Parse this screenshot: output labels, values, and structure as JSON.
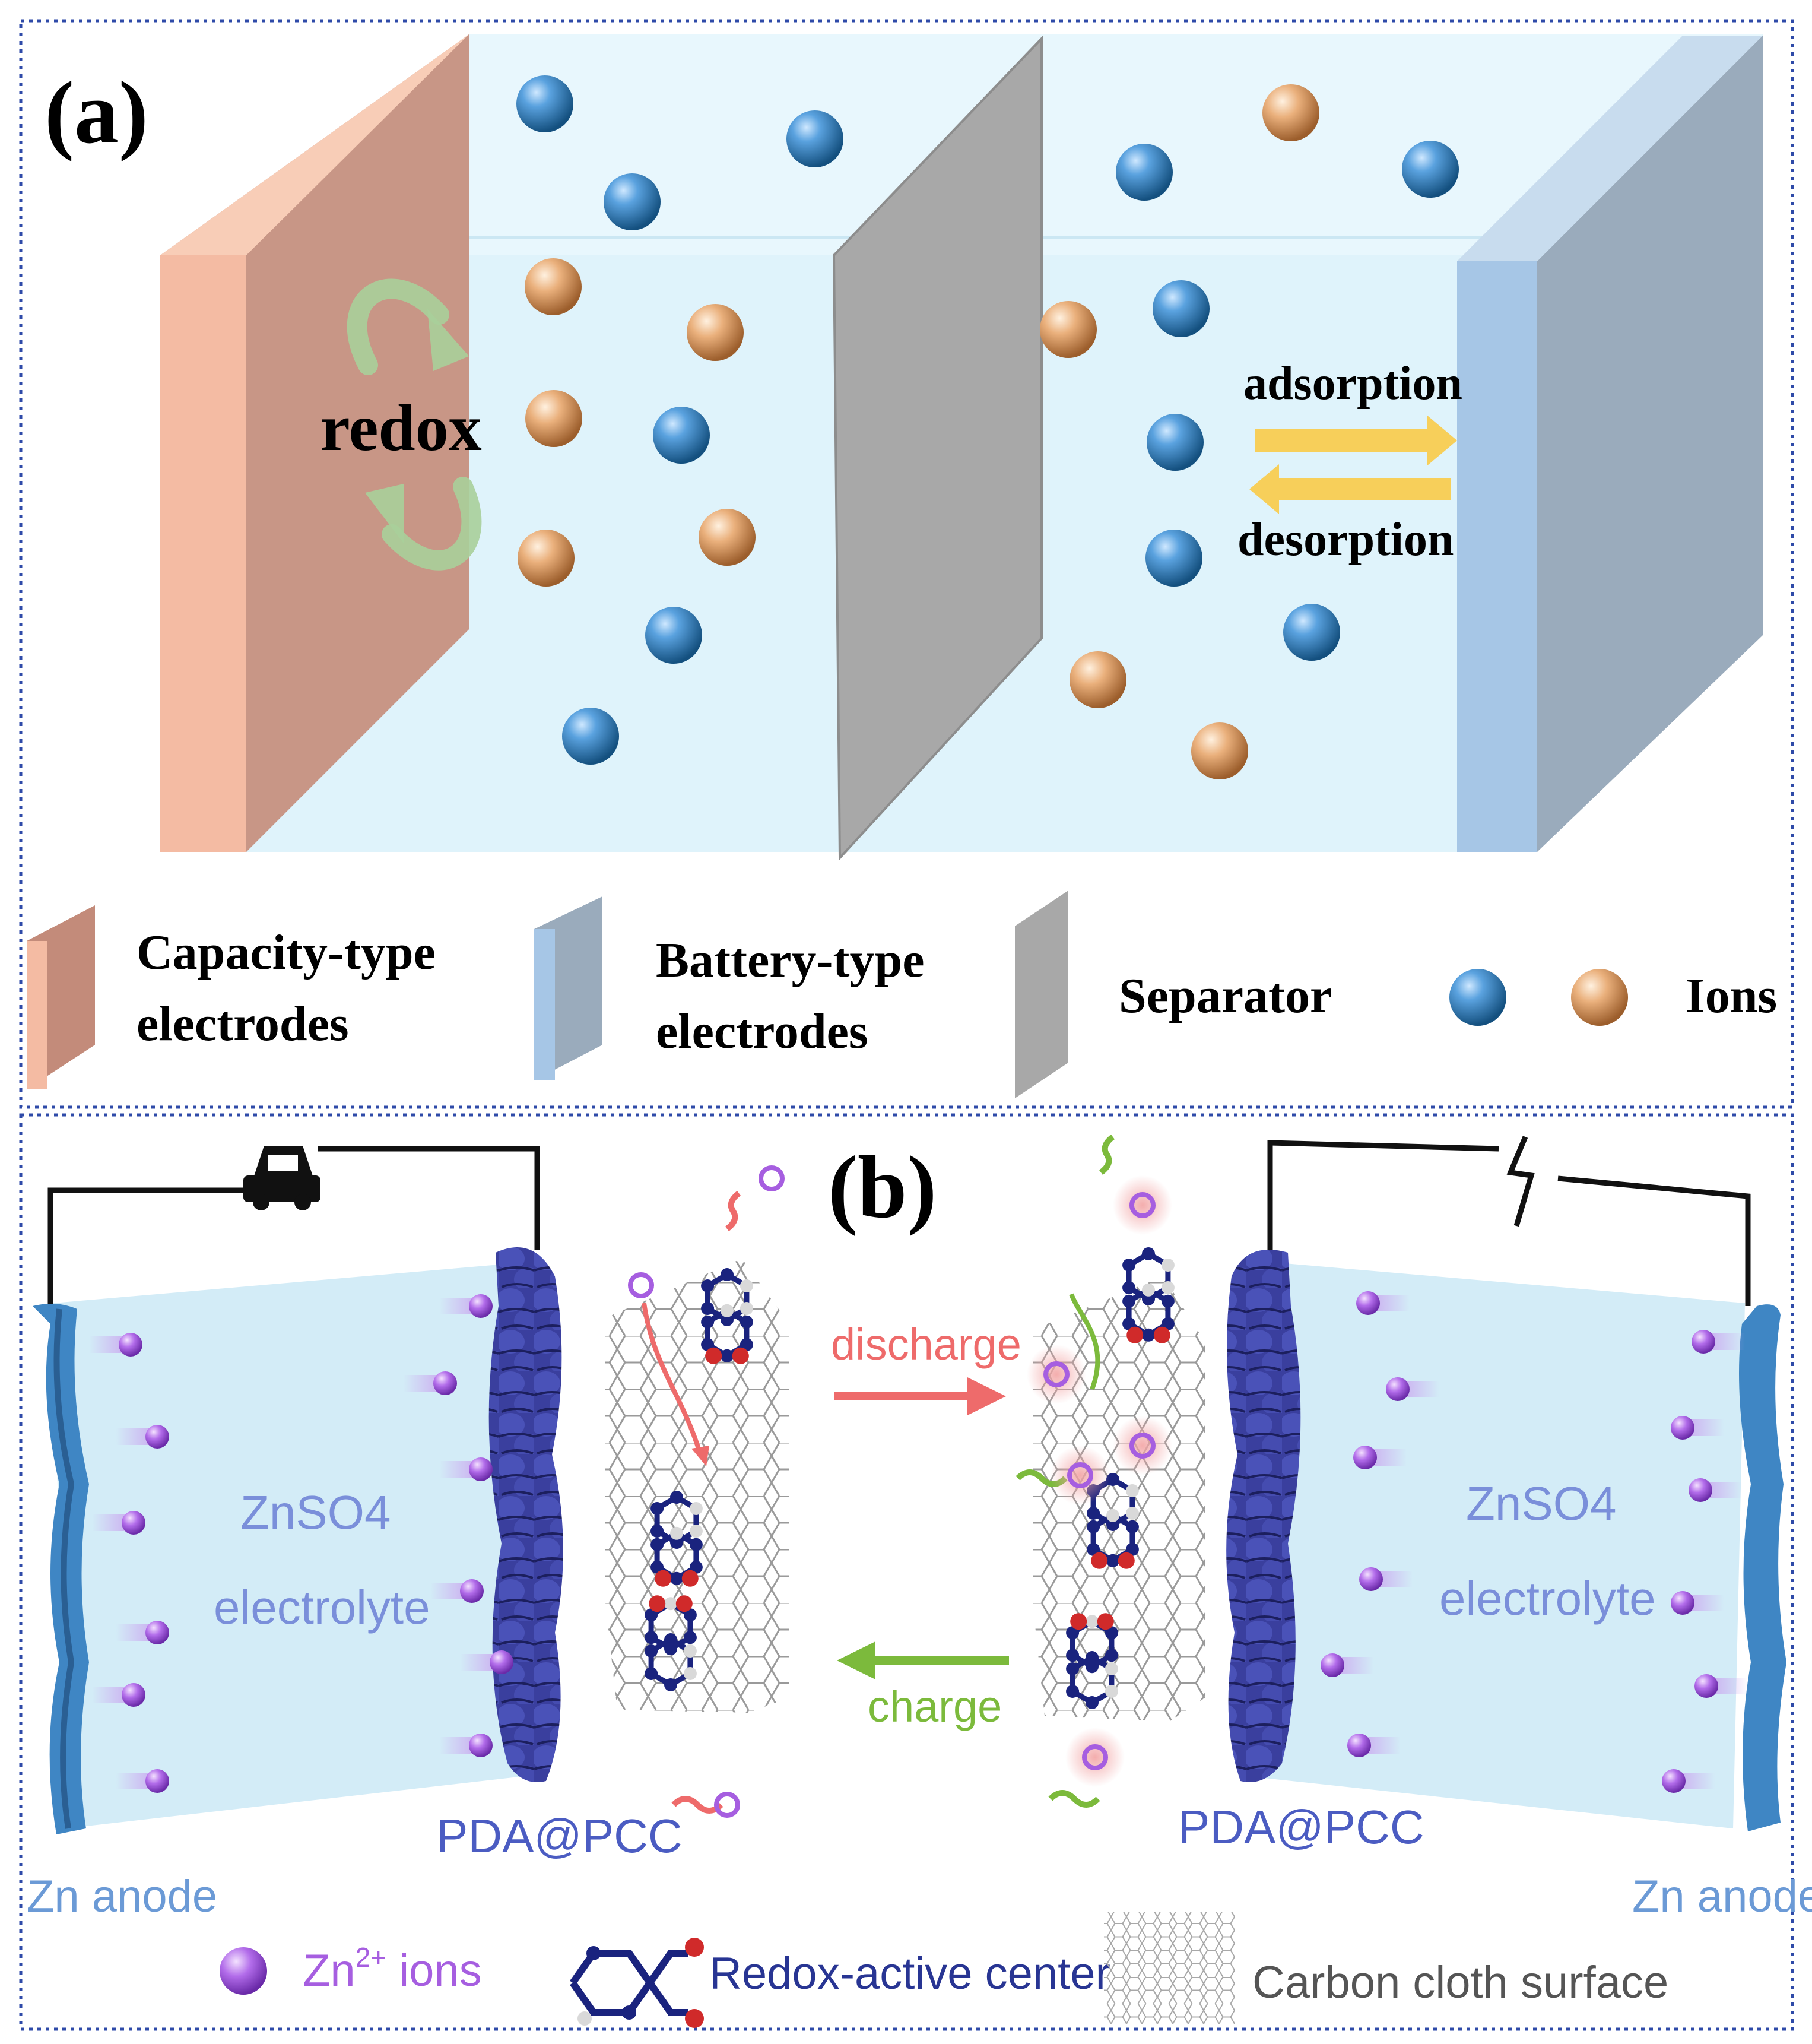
{
  "panel_a": {
    "label": "(a)",
    "redox_label": "redox",
    "adsorption_label": "adsorption",
    "desorption_label": "desorption",
    "legend": {
      "capacity_line1": "Capacity-type",
      "capacity_line2": "electrodes",
      "battery_line1": "Battery-type",
      "battery_line2": "electrodes",
      "separator": "Separator",
      "ions": "Ions"
    },
    "colors": {
      "capacity_electrode": "#d9a08a",
      "battery_electrode": "#9bb4cc",
      "separator": "#a8a8a8",
      "electrolyte": "#dff3fb",
      "ion_blue": "#2f7bbf",
      "ion_orange": "#e6a46e",
      "arrow_yellow": "#f7cf5a",
      "redox_green": "#a9cf9a"
    }
  },
  "panel_b": {
    "label": "(b)",
    "left_electrolyte_line1": "ZnSO4",
    "left_electrolyte_line2": "electrolyte",
    "right_electrolyte_line1": "ZnSO4",
    "right_electrolyte_line2": "electrolyte",
    "left_cathode": "PDA@PCC",
    "right_cathode": "PDA@PCC",
    "left_anode": "Zn anode",
    "right_anode": "Zn anode",
    "discharge": "discharge",
    "charge": "charge",
    "legend": {
      "zn_ions_prefix": "Zn",
      "zn_ions_sup": "2+",
      "zn_ions_suffix": " ions",
      "redox_center": "Redox-active center",
      "carbon_cloth": "Carbon cloth surface"
    },
    "colors": {
      "electrolyte": "#d3ecf7",
      "anode": "#3f86c4",
      "cathode": "#3a3f9e",
      "zn_ion": "#a65ee0",
      "discharge": "#ee6b6b",
      "charge": "#7cba3c",
      "label_blue": "#6b7fd6"
    }
  }
}
